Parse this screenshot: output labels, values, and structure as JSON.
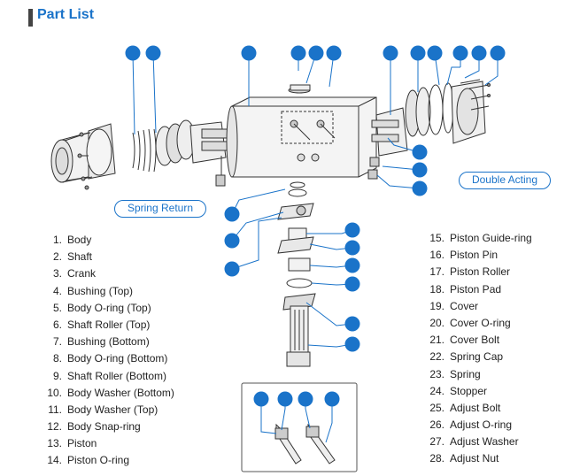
{
  "title": "Part List",
  "labels": {
    "spring_return": "Spring Return",
    "double_acting": "Double Acting"
  },
  "colors": {
    "accent": "#1a73c9",
    "callout": "#1a73c9",
    "line": "#333333"
  },
  "parts_left": [
    {
      "num": "1.",
      "name": "Body"
    },
    {
      "num": "2.",
      "name": "Shaft"
    },
    {
      "num": "3.",
      "name": "Crank"
    },
    {
      "num": "4.",
      "name": "Bushing (Top)"
    },
    {
      "num": "5.",
      "name": "Body O-ring (Top)"
    },
    {
      "num": "6.",
      "name": "Shaft Roller (Top)"
    },
    {
      "num": "7.",
      "name": "Bushing (Bottom)"
    },
    {
      "num": "8.",
      "name": "Body O-ring (Bottom)"
    },
    {
      "num": "9.",
      "name": "Shaft Roller (Bottom)"
    },
    {
      "num": "10.",
      "name": "Body Washer (Bottom)"
    },
    {
      "num": "11.",
      "name": "Body Washer (Top)"
    },
    {
      "num": "12.",
      "name": "Body Snap-ring"
    },
    {
      "num": "13.",
      "name": "Piston"
    },
    {
      "num": "14.",
      "name": "Piston O-ring"
    }
  ],
  "parts_right": [
    {
      "num": "15.",
      "name": "Piston Guide-ring"
    },
    {
      "num": "16.",
      "name": "Piston Pin"
    },
    {
      "num": "17.",
      "name": "Piston Roller"
    },
    {
      "num": "18.",
      "name": "Piston Pad"
    },
    {
      "num": "19.",
      "name": "Cover"
    },
    {
      "num": "20.",
      "name": "Cover O-ring"
    },
    {
      "num": "21.",
      "name": "Cover Bolt"
    },
    {
      "num": "22.",
      "name": "Spring Cap"
    },
    {
      "num": "23.",
      "name": "Spring"
    },
    {
      "num": "24.",
      "name": "Stopper"
    },
    {
      "num": "25.",
      "name": "Adjust Bolt"
    },
    {
      "num": "26.",
      "name": "Adjust O-ring"
    },
    {
      "num": "27.",
      "name": "Adjust Washer"
    },
    {
      "num": "28.",
      "name": "Adjust Nut"
    }
  ]
}
